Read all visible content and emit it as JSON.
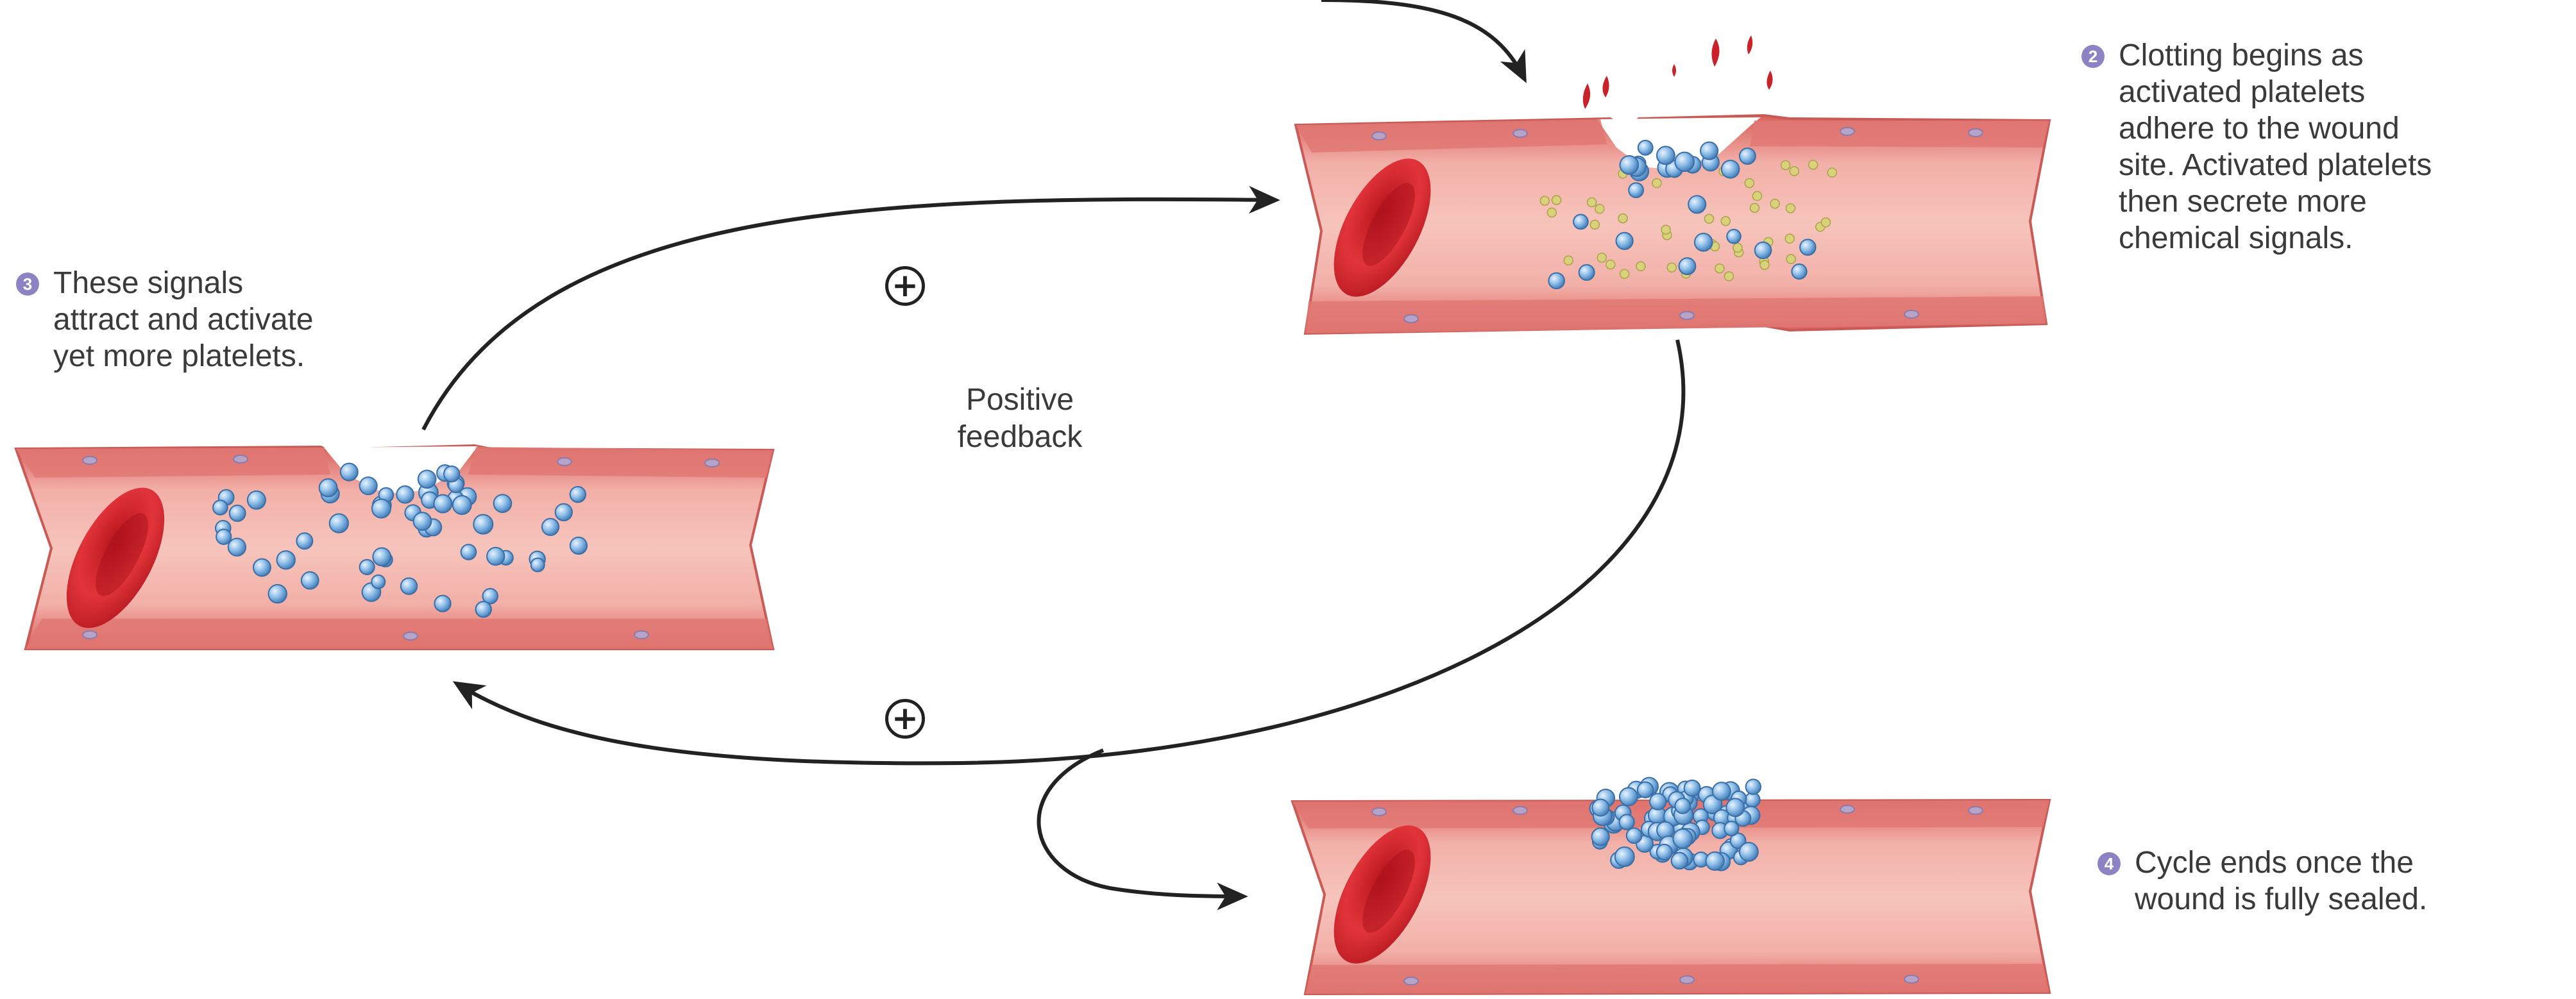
{
  "steps": [
    {
      "number": "2",
      "lines": [
        "Clotting begins as",
        "activated platelets",
        "adhere to the wound",
        "site. Activated platelets",
        "then secrete more",
        "chemical signals."
      ]
    },
    {
      "number": "3",
      "lines": [
        "These signals",
        "attract and activate",
        "yet more platelets."
      ]
    },
    {
      "number": "4",
      "lines": [
        "Cycle ends once the",
        "wound is fully sealed."
      ]
    }
  ],
  "cycle": {
    "label_lines": [
      "Positive",
      "feedback"
    ],
    "plus_symbol": "+"
  },
  "colors": {
    "vessel_wall": "#e07873",
    "vessel_lumen": "#f2b0a8",
    "vessel_edge": "#c95a55",
    "red_blood_cell": "#d6262e",
    "platelet": "#7fb3e2",
    "signal_molecule": "#d9d27a",
    "arrow": "#222222",
    "step_badge": "#8d82c4"
  }
}
